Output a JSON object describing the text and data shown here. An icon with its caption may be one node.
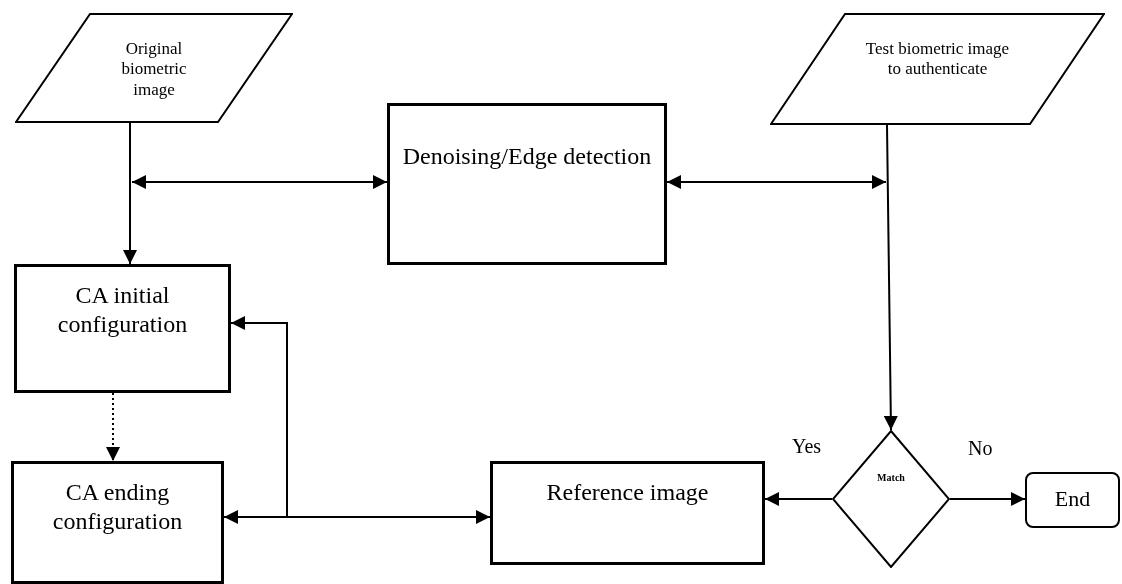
{
  "diagram": {
    "nodes": [
      {
        "text": [
          "Original biometric image"
        ]
      },
      {
        "text": [
          "Test biometric image to authenticate"
        ]
      },
      {
        "text": [
          "Denoising/Edge detection"
        ]
      },
      {
        "text": [
          "CA initial configuration"
        ]
      },
      {
        "text": [
          "CA ending configuration"
        ]
      },
      {
        "text": [
          "Reference image"
        ]
      },
      {
        "text": [
          "Match"
        ]
      },
      {
        "text": [
          "End"
        ]
      }
    ],
    "edges": [
      {
        "from": 0,
        "to": 3,
        "arrow": "to"
      },
      {
        "from": null,
        "to": 2,
        "arrow": "both"
      },
      {
        "from": 2,
        "to": null,
        "arrow": "both"
      },
      {
        "from": 1,
        "to": 6,
        "arrow": "to"
      },
      {
        "from": 3,
        "to": 4,
        "arrow": "to",
        "style": "dashed"
      },
      {
        "from": 6,
        "to": 5,
        "arrow": "to",
        "label": "Yes"
      },
      {
        "from": 6,
        "to": 7,
        "arrow": "to",
        "label": "No"
      },
      {
        "from": 4,
        "to": 5,
        "arrow": "both"
      },
      {
        "from": null,
        "to": 3,
        "arrow": "to"
      }
    ]
  }
}
